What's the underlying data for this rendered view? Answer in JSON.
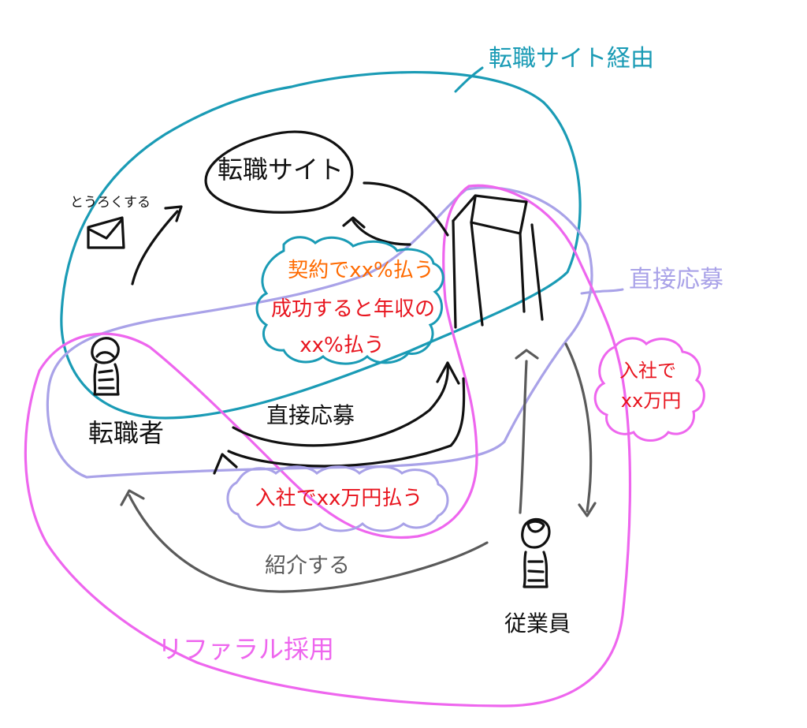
{
  "nodes": {
    "job_site": "転職サイト",
    "job_seeker": "転職者",
    "employee": "従業員",
    "register": "とうろくする"
  },
  "routes": {
    "job_site_route": "転職サイト経由",
    "direct_route": "直接応募",
    "referral_route": "リファラル採用"
  },
  "edges": {
    "direct_apply": "直接応募",
    "refer": "紹介する"
  },
  "notes": {
    "site_fee_line1": "契約でxx%払う",
    "site_fee_line2": "成功すると年収の",
    "site_fee_line3": "xx%払う",
    "hire_fee": "入社でxx万円払う",
    "referral_bonus_line1": "入社で",
    "referral_bonus_line2": "xx万円"
  },
  "colors": {
    "job_site_route": "#1a9bb5",
    "direct_route": "#a9a2e8",
    "referral_route": "#ee66ee",
    "ink": "#111111",
    "grey_ink": "#5a5a5a",
    "fee_orange": "#ff6a00",
    "fee_red": "#e8141e"
  },
  "icons": {
    "envelope": "envelope-icon",
    "person": "person-icon",
    "company": "company-building-icon"
  }
}
